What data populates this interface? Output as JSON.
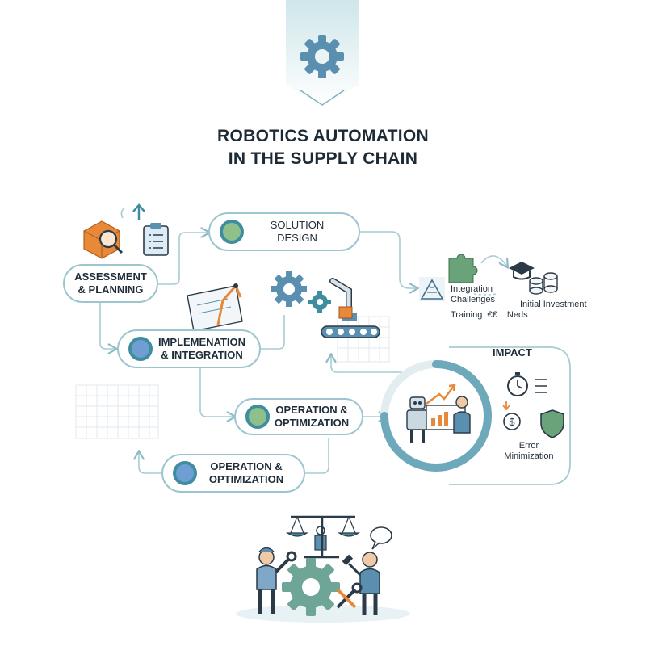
{
  "title_line1": "ROBOTICS AUTOMATION",
  "title_line2": "IN THE SUPPLY CHAIN",
  "steps": {
    "assessment": {
      "line1": "ASSESSMENT",
      "line2": "& PLANNING"
    },
    "solution": {
      "line1": "SOLUTION",
      "line2": "DESIGN"
    },
    "implementation": {
      "line1": "IMPLEMENATION",
      "line2": "& INTEGRATION"
    },
    "operation1": {
      "line1": "OPERATION &",
      "line2": "OPTIMIZATION"
    },
    "operation2": {
      "line1": "OPERATION &",
      "line2": "OPTIMIZATION"
    }
  },
  "challenges": {
    "integration_line1": "Integration",
    "integration_line2": "Challenges",
    "investment": "Initial Investment",
    "training": "Training  €€ :  Neds"
  },
  "impact": {
    "heading": "IMPACT",
    "error_line1": "Error",
    "error_line2": "Minimization"
  },
  "colors": {
    "accent": "#3f8ea0",
    "border": "#9cc6cf",
    "orange": "#e8893a",
    "green_dot": "#8fc08a",
    "blue_dot": "#6f9ed3"
  },
  "icons": [
    "gear-icon",
    "box-magnifier-icon",
    "clipboard-icon",
    "puzzle-icon",
    "graduation-cap-icon",
    "coins-icon",
    "warning-triangle-icon",
    "robot-arm-icon",
    "conveyor-icon",
    "stopwatch-icon",
    "dollar-icon",
    "shield-icon",
    "robot-icon",
    "scales-icon",
    "worker-icon",
    "wrench-icon",
    "speech-bubble-icon"
  ]
}
